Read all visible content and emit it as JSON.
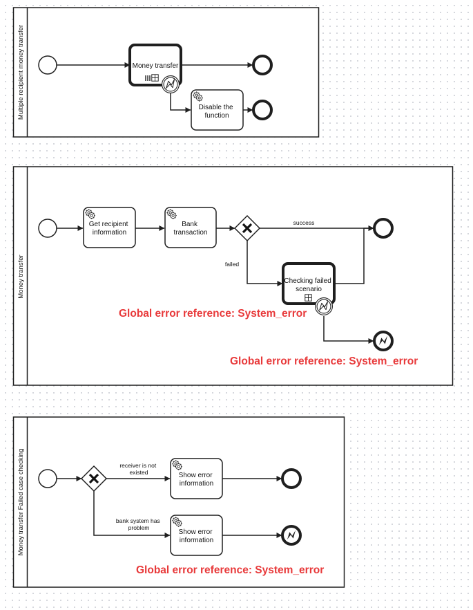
{
  "pools": [
    {
      "title": "Multiple recipient money transfer"
    },
    {
      "title": "Money transfer"
    },
    {
      "title": "Money transfer Failed case checking"
    }
  ],
  "pool1": {
    "task_money_transfer": [
      "Money transfer"
    ],
    "task_disable": [
      "Disable the",
      "function"
    ]
  },
  "pool2": {
    "task_get_recipient": [
      "Get recipient",
      "information"
    ],
    "task_bank": [
      "Bank",
      "transaction"
    ],
    "task_checking": [
      "Checking failed",
      "scenario"
    ],
    "label_success": "success",
    "label_failed": "failed",
    "error_ref_1": "Global error reference: System_error",
    "error_ref_2": "Global error reference: System_error"
  },
  "pool3": {
    "task_show_error_1": [
      "Show error",
      "information"
    ],
    "task_show_error_2": [
      "Show error",
      "information"
    ],
    "label_receiver": [
      "receiver is not",
      "existed"
    ],
    "label_bank_problem": [
      "bank system has",
      "problem"
    ],
    "error_ref": "Global error reference: System_error"
  },
  "colors": {
    "error_text": "#e8393a",
    "stroke": "#1f1f1f"
  },
  "icons": [
    "gear-icon",
    "error-icon",
    "parallel-multi-instance-icon",
    "subprocess-plus-icon",
    "gateway-x-icon"
  ]
}
